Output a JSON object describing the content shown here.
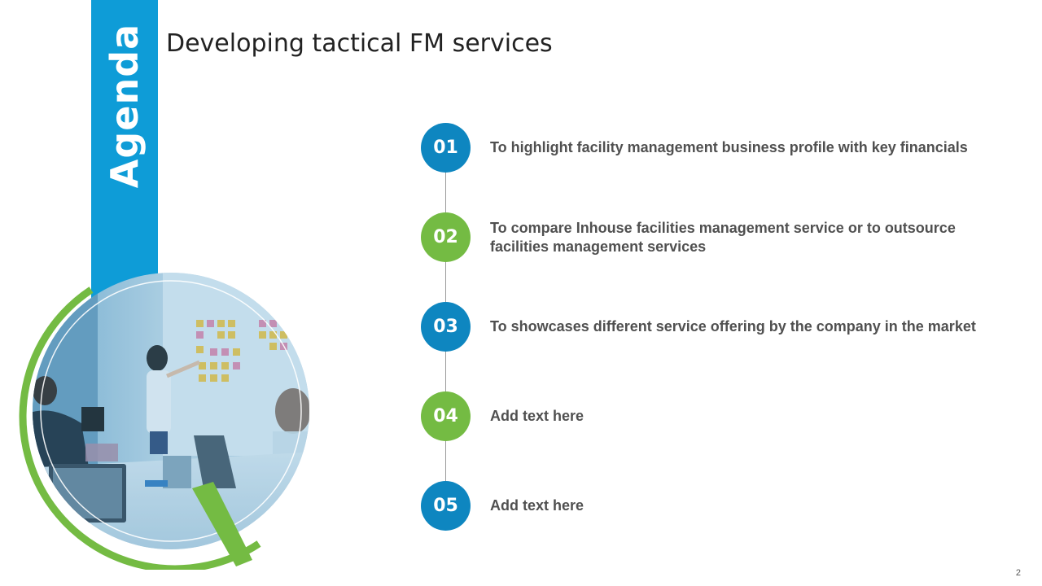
{
  "sidebar": {
    "label": "Agenda"
  },
  "header": {
    "title": "Developing tactical FM services"
  },
  "agenda": {
    "items": [
      {
        "number": "01",
        "text": "To highlight facility management business profile with key financials"
      },
      {
        "number": "02",
        "text": "To compare Inhouse facilities management service or to outsource facilities management services"
      },
      {
        "number": "03",
        "text": "To showcases different service offering by the company in the market"
      },
      {
        "number": "04",
        "text": "Add text here"
      },
      {
        "number": "05",
        "text": "Add text here"
      }
    ]
  },
  "footer": {
    "page_number": "2"
  },
  "colors": {
    "accent_blue": "#0e9cd7",
    "circle_blue": "#0e86c0",
    "circle_green": "#74bb43",
    "text_gray": "#505050"
  },
  "icons": [
    "magnifying-glass-photo-graphic"
  ]
}
